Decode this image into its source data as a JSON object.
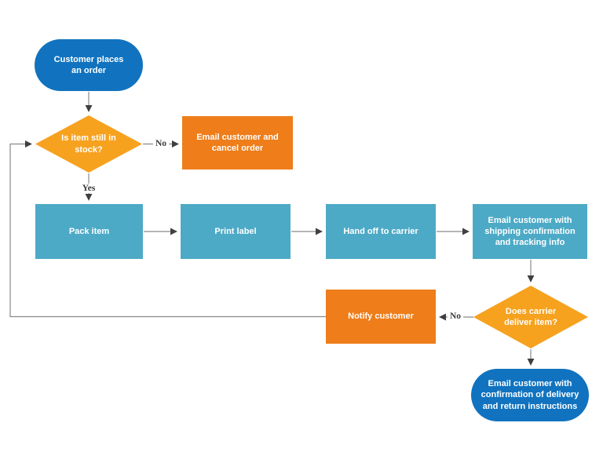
{
  "diagram": {
    "type": "flowchart",
    "colors": {
      "terminator_blue": "#1173bf",
      "decision_orange": "#f6a21f",
      "process_orange": "#ee7d1a",
      "process_teal": "#4daac6",
      "connector_gray": "#8a8a8a",
      "arrowhead_dark": "#3f3f3f",
      "edge_label_text": "#3b3b3b",
      "node_text": "#ffffff",
      "background": "#ffffff"
    },
    "nodes": {
      "start": {
        "type": "terminator",
        "label": "Customer places an order"
      },
      "stock_check": {
        "type": "decision",
        "label": "Is item still in stock?"
      },
      "cancel": {
        "type": "process",
        "label": "Email customer and cancel order"
      },
      "pack": {
        "type": "process",
        "label": "Pack item"
      },
      "print": {
        "type": "process",
        "label": "Print label"
      },
      "handoff": {
        "type": "process",
        "label": "Hand off to carrier"
      },
      "email_shipping": {
        "type": "process",
        "label": "Email customer with shipping confirmation and tracking info"
      },
      "deliver_check": {
        "type": "decision",
        "label": "Does carrier deliver item?"
      },
      "notify": {
        "type": "process",
        "label": "Notify customer"
      },
      "email_delivery": {
        "type": "terminator",
        "label": "Email customer with confirmation of delivery and return instructions"
      }
    },
    "edge_labels": {
      "stock_no": "No",
      "stock_yes": "Yes",
      "deliver_no": "No"
    },
    "edges": [
      "start -> stock_check",
      "stock_check -(No)-> cancel",
      "stock_check -(Yes)-> pack",
      "pack -> print",
      "print -> handoff",
      "handoff -> email_shipping",
      "email_shipping -> deliver_check",
      "deliver_check -(No)-> notify",
      "deliver_check -> email_delivery",
      "notify -> stock_check (loop back)"
    ]
  }
}
